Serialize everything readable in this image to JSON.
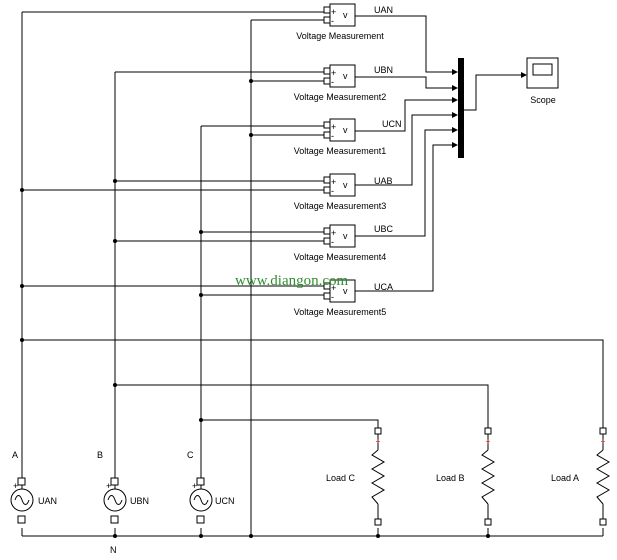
{
  "watermark": "www.diangon.com",
  "scope": {
    "label": "Scope"
  },
  "nodes": {
    "a": "A",
    "b": "B",
    "c": "C",
    "n": "N"
  },
  "meters": [
    {
      "block": "Voltage Measurement",
      "signal": "UAN",
      "sign_plus": "+",
      "sign_minus": "-",
      "v": "v"
    },
    {
      "block": "Voltage Measurement2",
      "signal": "UBN",
      "sign_plus": "+",
      "sign_minus": "-",
      "v": "v"
    },
    {
      "block": "Voltage Measurement1",
      "signal": "UCN",
      "sign_plus": "+",
      "sign_minus": "-",
      "v": "v"
    },
    {
      "block": "Voltage Measurement3",
      "signal": "UAB",
      "sign_plus": "+",
      "sign_minus": "-",
      "v": "v"
    },
    {
      "block": "Voltage Measurement4",
      "signal": "UBC",
      "sign_plus": "+",
      "sign_minus": "-",
      "v": "v"
    },
    {
      "block": "Voltage Measurement5",
      "signal": "UCA",
      "sign_plus": "+",
      "sign_minus": "-",
      "v": "v"
    }
  ],
  "sources": [
    {
      "label": "UAN",
      "sign": "+"
    },
    {
      "label": "UBN",
      "sign": "+"
    },
    {
      "label": "UCN",
      "sign": "+"
    }
  ],
  "loads": [
    {
      "label": "Load C"
    },
    {
      "label": "Load B"
    },
    {
      "label": "Load A"
    }
  ],
  "colors": {
    "wire": "#000000",
    "watermark": "#2f8f2f",
    "port_mark": "#d02020"
  }
}
